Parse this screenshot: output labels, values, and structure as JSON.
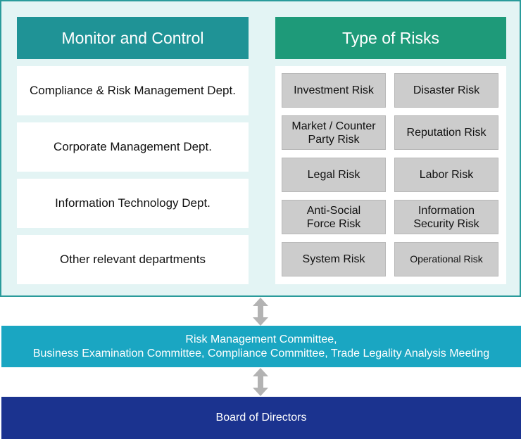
{
  "monitor": {
    "title": "Monitor and Control",
    "departments": [
      "Compliance & Risk Management Dept.",
      "Corporate Management Dept.",
      "Information Technology Dept.",
      "Other relevant departments"
    ]
  },
  "risks": {
    "title": "Type of Risks",
    "items": [
      "Investment Risk",
      "Disaster Risk",
      "Market / Counter\nParty Risk",
      "Reputation Risk",
      "Legal Risk",
      "Labor Risk",
      "Anti-Social\nForce Risk",
      "Information\nSecurity Risk",
      "System Risk",
      "Operational Risk"
    ]
  },
  "committee": {
    "text": "Risk Management Committee,\nBusiness Examination Committee, Compliance Committee, Trade Legality Analysis Meeting"
  },
  "board": {
    "text": "Board of Directors"
  },
  "colors": {
    "panel_bg": "#e3f4f4",
    "panel_border": "#2a9b9b",
    "monitor_header": "#1f9396",
    "risk_header": "#1e9a79",
    "risk_box": "#cccccc",
    "committee": "#1aa6c2",
    "board": "#1b338f",
    "arrow": "#b3b3b3"
  }
}
